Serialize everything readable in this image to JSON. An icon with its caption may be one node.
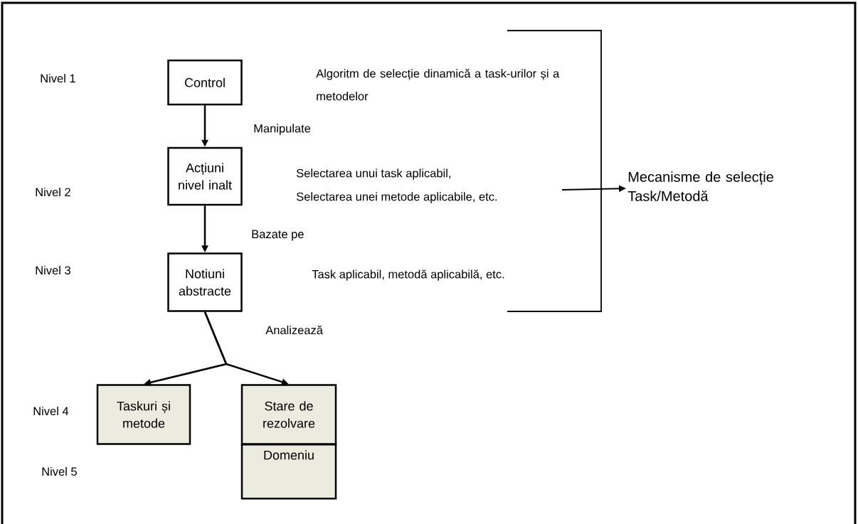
{
  "diagram": {
    "nodes": [
      {
        "text": [
          "Control"
        ]
      },
      {
        "text": [
          "Acțiuni nivel inalt"
        ]
      },
      {
        "text": [
          "Notiuni abstracte"
        ]
      },
      {
        "text": [
          "Taskuri și metode"
        ]
      },
      {
        "text": [
          "Stare de rezolvare"
        ]
      },
      {
        "text": [
          "Domeniu"
        ]
      },
      {
        "text": [
          "Mecanisme de selecție Task/Metodă"
        ]
      }
    ],
    "edges": [
      {
        "from": 0,
        "to": 1,
        "arrow": "to",
        "label": "Manipulate"
      },
      {
        "from": 1,
        "to": 2,
        "arrow": "to",
        "label": "Bazate pe"
      },
      {
        "from": 2,
        "to": 3,
        "arrow": "to"
      },
      {
        "from": 2,
        "to": 4,
        "arrow": "to",
        "label": "Analizează"
      },
      {
        "from": null,
        "to": 6,
        "arrow": "to"
      }
    ],
    "labels": [
      "Nivel 1",
      "Algoritm de selecție dinamică a task-urilor și a metodelor",
      "Nivel 2",
      "Selectarea unui task aplicabil,",
      "Selectarea unei metode aplicabile, etc.",
      "Nivel 3",
      "Task aplicabil, metodă aplicabilă, etc.",
      "Nivel 4",
      "Nivel 5"
    ]
  }
}
